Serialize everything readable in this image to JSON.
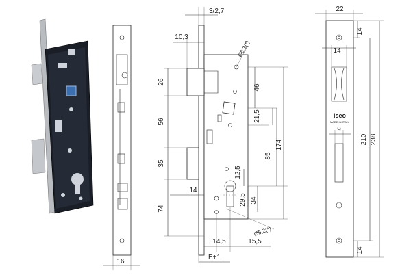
{
  "diagram": {
    "dimensions": {
      "faceplate_thickness": "16",
      "backset_note": "3/2,7",
      "case_offset": "10,3",
      "latch_height": "26",
      "latch_to_square": "46",
      "hole_dia_top": "Ø6,3(*)",
      "square_block": "56",
      "square_to_hole": "21,5",
      "deadbolt_height": "35",
      "square_to_cyl": "85",
      "case_height": "174",
      "cyl_spacing": "12,5",
      "deadbolt_width": "14",
      "cyl_offset_a": "29,5",
      "cyl_offset_b": "34",
      "bottom_block": "74",
      "hole_dia_bottom": "Ø5,2(*)",
      "backset_left": "14,5",
      "backset_right": "15,5",
      "backset_total": "E+1",
      "strike_width": "22",
      "strike_hole_top": "14",
      "strike_latch_width": "14",
      "strike_bolt_width": "9",
      "strike_inner_height": "210",
      "strike_total_height": "238",
      "strike_hole_bottom": "14"
    },
    "strike_brand": "iseo",
    "strike_origin": "MADE IN ITALY"
  }
}
